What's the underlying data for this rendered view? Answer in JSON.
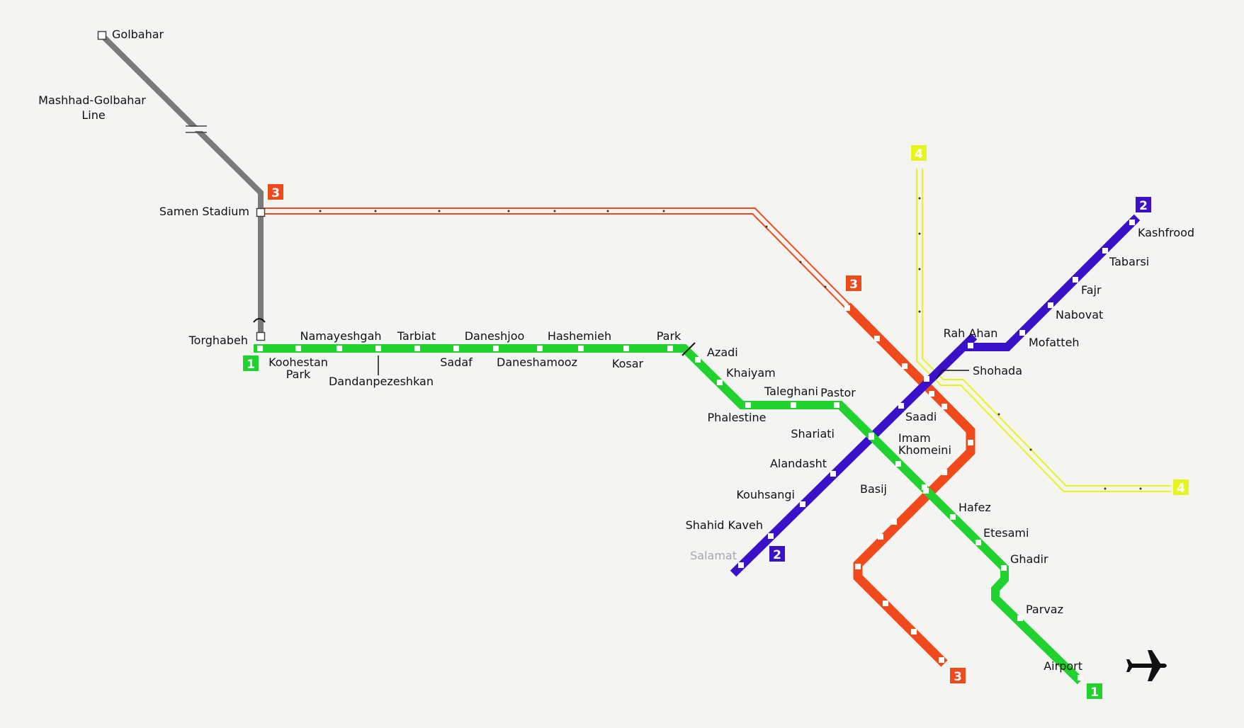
{
  "colors": {
    "line1": "#1fd22e",
    "line2": "#3a10c8",
    "line3": "#f04a1c",
    "line4": "#e6f51c",
    "golbahar": "#7a7a7a",
    "station": "#ffffff",
    "text": "#111111",
    "background": "#f4f4f2"
  },
  "line_badges": {
    "line1": "1",
    "line2": "2",
    "line3": "3",
    "line4": "4"
  },
  "golbahar_line": {
    "label_line1": "Mashhad-Golbahar",
    "label_line2": "Line",
    "stations": [
      "Golbahar",
      "Samen Stadium",
      "Torghabeh"
    ]
  },
  "line1_stations": [
    "Koohestan Park",
    "Namayeshgah",
    "Dandanpezeshkan",
    "Tarbiat",
    "Sadaf",
    "Daneshjoo",
    "Daneshamooz",
    "Hashemieh",
    "Kosar",
    "Park",
    "Azadi",
    "Khaiyam",
    "Phalestine",
    "Taleghani",
    "Pastor",
    "Shariati",
    "Imam Khomeini",
    "Basij",
    "Hafez",
    "Etesami",
    "Ghadir",
    "Parvaz",
    "Airport"
  ],
  "line2_stations": [
    "Salamat",
    "Shahid Kaveh",
    "Kouhsangi",
    "Alandasht",
    "Shariati",
    "Saadi",
    "Shohada",
    "Rah Ahan",
    "Mofatteh",
    "Nabovat",
    "Fajr",
    "Tabarsi",
    "Kashfrood"
  ],
  "airport_icon": "airplane-icon"
}
